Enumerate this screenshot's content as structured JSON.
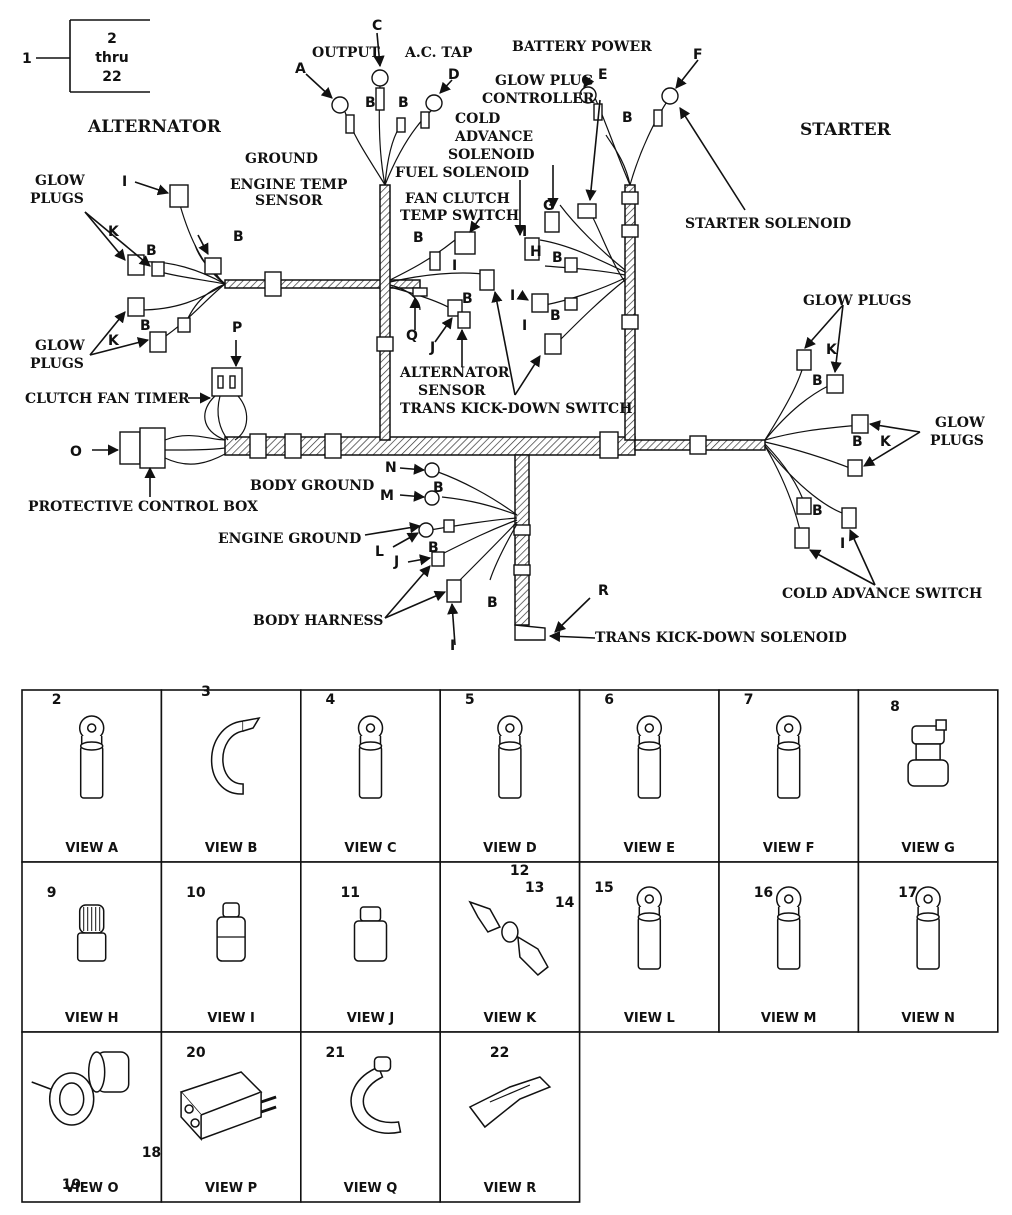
{
  "callout": {
    "item": "1",
    "range_top": "2",
    "range_mid": "thru",
    "range_bot": "22"
  },
  "labels": {
    "alternator": "ALTERNATOR",
    "starter": "STARTER",
    "output": "OUTPUT",
    "ac_tap": "A.C. TAP",
    "battery_power": "BATTERY POWER",
    "glow_plug_controller_1": "GLOW PLUG",
    "glow_plug_controller_2": "CONTROLLER",
    "cold_advance_solenoid_1": "COLD",
    "cold_advance_solenoid_2": "ADVANCE",
    "cold_advance_solenoid_3": "SOLENOID",
    "ground": "GROUND",
    "fuel_solenoid": "FUEL SOLENOID",
    "engine_temp_1": "ENGINE TEMP",
    "engine_temp_2": "SENSOR",
    "glow_plugs_1a": "GLOW",
    "glow_plugs_1b": "PLUGS",
    "glow_plugs_2a": "GLOW",
    "glow_plugs_2b": "PLUGS",
    "glow_plugs_right_top": "GLOW PLUGS",
    "glow_plugs_right_a": "GLOW",
    "glow_plugs_right_b": "PLUGS",
    "fan_clutch_1": "FAN CLUTCH",
    "fan_clutch_2": "TEMP SWITCH",
    "starter_solenoid": "STARTER SOLENOID",
    "clutch_fan_timer": "CLUTCH FAN TIMER",
    "alternator_sensor_1": "ALTERNATOR",
    "alternator_sensor_2": "SENSOR",
    "trans_kickdown_switch": "TRANS KICK-DOWN SWITCH",
    "body_ground": "BODY GROUND",
    "protective_control_box": "PROTECTIVE CONTROL BOX",
    "engine_ground": "ENGINE GROUND",
    "body_harness": "BODY HARNESS",
    "cold_advance_switch": "COLD ADVANCE SWITCH",
    "trans_kickdown_solenoid": "TRANS KICK-DOWN SOLENOID"
  },
  "letters": {
    "A": "A",
    "B": "B",
    "C": "C",
    "D": "D",
    "E": "E",
    "F": "F",
    "G": "G",
    "H": "H",
    "I": "I",
    "J": "J",
    "K": "K",
    "L": "L",
    "M": "M",
    "N": "N",
    "O": "O",
    "P": "P",
    "Q": "Q",
    "R": "R"
  },
  "views": [
    {
      "view": "VIEW A",
      "items": [
        "2"
      ]
    },
    {
      "view": "VIEW B",
      "items": [
        "3"
      ]
    },
    {
      "view": "VIEW C",
      "items": [
        "4"
      ]
    },
    {
      "view": "VIEW D",
      "items": [
        "5"
      ]
    },
    {
      "view": "VIEW E",
      "items": [
        "6"
      ]
    },
    {
      "view": "VIEW F",
      "items": [
        "7"
      ]
    },
    {
      "view": "VIEW G",
      "items": [
        "8"
      ]
    },
    {
      "view": "VIEW H",
      "items": [
        "9"
      ]
    },
    {
      "view": "VIEW I",
      "items": [
        "10"
      ]
    },
    {
      "view": "VIEW J",
      "items": [
        "11"
      ]
    },
    {
      "view": "VIEW K",
      "items": [
        "12",
        "13",
        "14"
      ]
    },
    {
      "view": "VIEW L",
      "items": [
        "15"
      ]
    },
    {
      "view": "VIEW M",
      "items": [
        "16"
      ]
    },
    {
      "view": "VIEW N",
      "items": [
        "17"
      ]
    },
    {
      "view": "VIEW O",
      "items": [
        "18",
        "19"
      ]
    },
    {
      "view": "VIEW P",
      "items": [
        "20"
      ]
    },
    {
      "view": "VIEW Q",
      "items": [
        "21"
      ]
    },
    {
      "view": "VIEW R",
      "items": [
        "22"
      ]
    }
  ]
}
